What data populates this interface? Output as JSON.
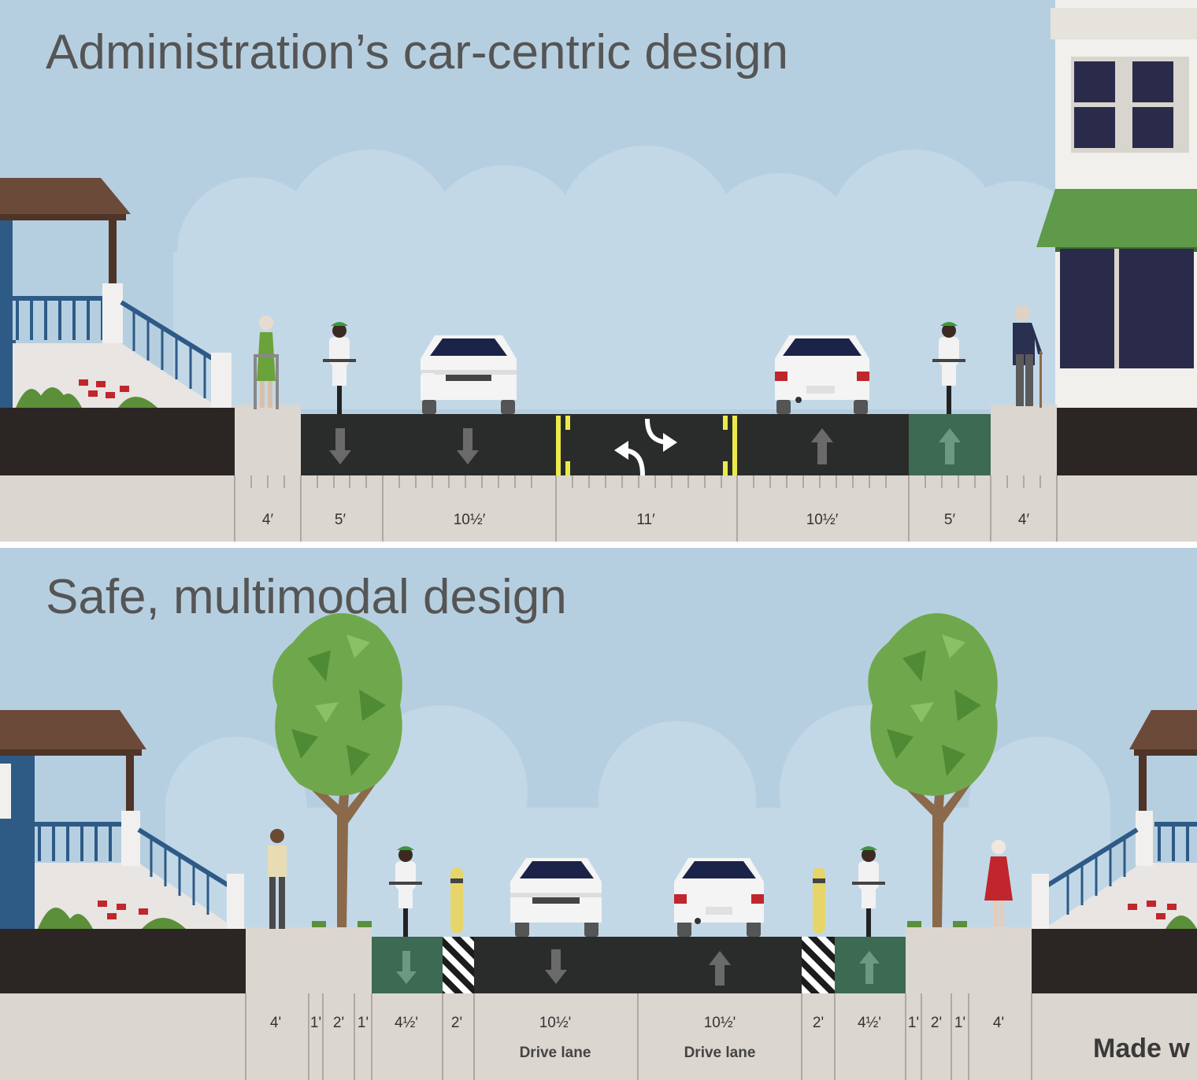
{
  "colors": {
    "sky": "#b6cfe0",
    "asphalt": "#2a2c2c",
    "bike_lane": "#3c6a52",
    "sidewalk": "#dcd6d0",
    "soil": "#2b2523",
    "yellow": "#ecea4a",
    "tree_green": "#6fa84c",
    "house_blue": "#2e5a86",
    "roof": "#6b4a3a",
    "awning": "#5e9a4a",
    "title_text": "#555555"
  },
  "panels": [
    {
      "title": "Administration’s car-centric design",
      "segments": [
        {
          "width": "4′",
          "type": "sidewalk"
        },
        {
          "width": "5′",
          "type": "bike-lane"
        },
        {
          "width": "10½′",
          "type": "drive-lane"
        },
        {
          "width": "11′",
          "type": "turn-lane"
        },
        {
          "width": "10½′",
          "type": "drive-lane"
        },
        {
          "width": "5′",
          "type": "bike-lane-green"
        },
        {
          "width": "4′",
          "type": "sidewalk"
        }
      ]
    },
    {
      "title": "Safe, multimodal design",
      "segments": [
        {
          "width": "4'",
          "type": "sidewalk"
        },
        {
          "width": "1'",
          "type": "sidewalk"
        },
        {
          "width": "2'",
          "type": "tree"
        },
        {
          "width": "1'",
          "type": "sidewalk"
        },
        {
          "width": "4½'",
          "type": "bike-lane-green"
        },
        {
          "width": "2'",
          "type": "buffer"
        },
        {
          "width": "10½'",
          "type": "drive-lane",
          "label": "Drive lane"
        },
        {
          "width": "10½'",
          "type": "drive-lane",
          "label": "Drive lane"
        },
        {
          "width": "2'",
          "type": "buffer"
        },
        {
          "width": "4½'",
          "type": "bike-lane-green"
        },
        {
          "width": "1'",
          "type": "sidewalk"
        },
        {
          "width": "2'",
          "type": "tree"
        },
        {
          "width": "1'",
          "type": "sidewalk"
        },
        {
          "width": "4'",
          "type": "sidewalk"
        }
      ],
      "credit": "Made w"
    }
  ]
}
